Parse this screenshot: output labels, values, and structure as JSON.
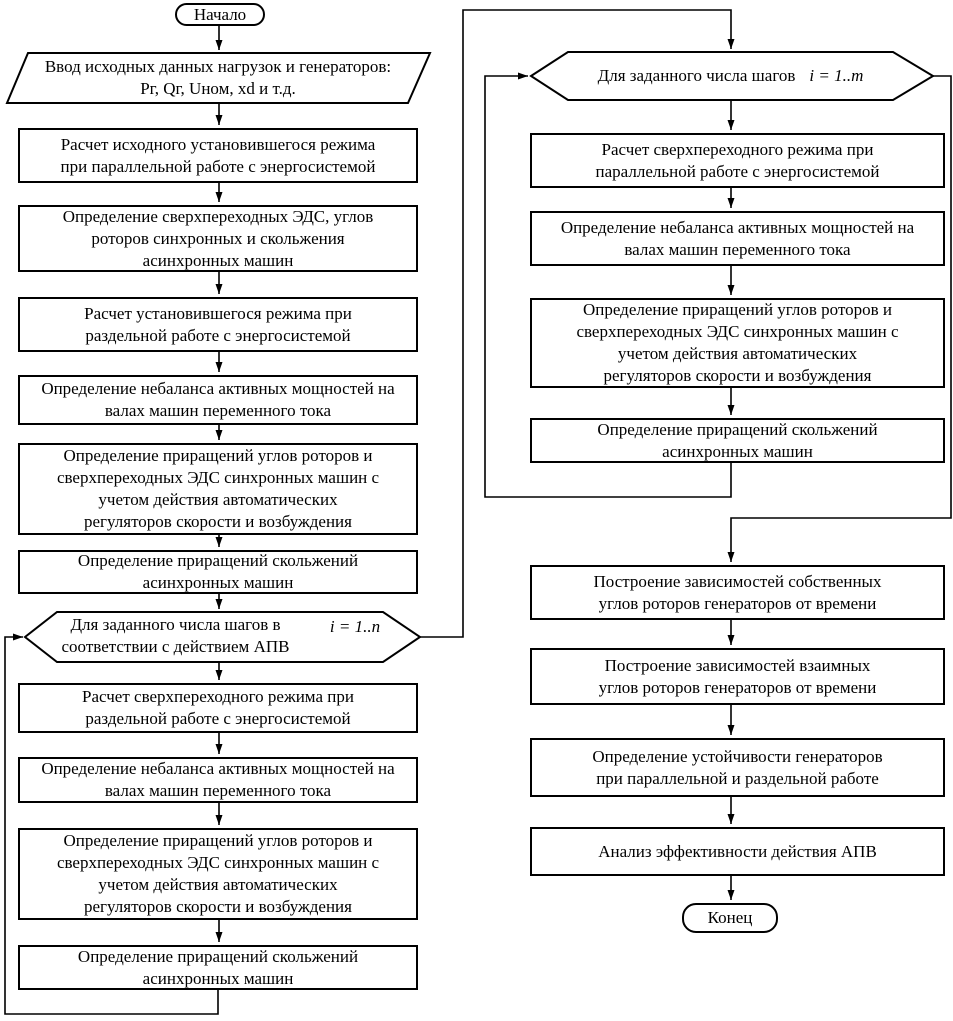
{
  "diagram": {
    "colors": {
      "line": "#000000",
      "fill": "#ffffff",
      "text": "#000000"
    },
    "terminators": {
      "start": "Начало",
      "end": "Конец"
    },
    "input": {
      "label": "Ввод исходных данных нагрузок и генераторов:\nPг, Qг, Uном, xd и т.д."
    },
    "loops": {
      "left": {
        "label": "Для заданного числа шагов в\nсоответствии с действием АПВ",
        "formula": "i = 1..n"
      },
      "right": {
        "label": "Для заданного числа шагов",
        "formula": "i = 1..m"
      }
    },
    "nodes": {
      "calc_initial_steady_parallel": "Расчет исходного установившегося режима\nпри параллельной работе с энергосистемой",
      "define_emf_angles_slip": "Определение сверхпереходных ЭДС, углов\nроторов синхронных и скольжения\nасинхронных машин",
      "calc_steady_separate": "Расчет установившегося режима при\nраздельной работе с энергосистемой",
      "imbalance_left_1": "Определение небаланса активных мощностей на\nвалах машин переменного тока",
      "increments_angles_left_1": "Определение приращений углов роторов и\nсверхпереходных ЭДС синхронных машин с\nучетом действия автоматических\nрегуляторов скорости и возбуждения",
      "increments_slip_left_1": "Определение приращений скольжений\nасинхронных машин",
      "calc_subtransient_separate": "Расчет сверхпереходного режима при\nраздельной работе с энергосистемой",
      "imbalance_left_2": "Определение небаланса активных мощностей на\nвалах машин переменного тока",
      "increments_angles_left_2": "Определение приращений углов роторов и\nсверхпереходных ЭДС синхронных машин с\nучетом действия автоматических\nрегуляторов скорости и возбуждения",
      "increments_slip_left_2": "Определение приращений скольжений\nасинхронных машин",
      "calc_subtransient_parallel": "Расчет сверхпереходного режима при\nпараллельной работе с энергосистемой",
      "imbalance_right": "Определение небаланса активных мощностей на\nвалах машин переменного тока",
      "increments_angles_right": "Определение приращений углов роторов и\nсверхпереходных ЭДС синхронных машин с\nучетом действия автоматических\nрегуляторов скорости и возбуждения",
      "increments_slip_right": "Определение приращений скольжений\nасинхронных машин",
      "plot_own_angles": "Построение зависимостей собственных\nуглов роторов генераторов от времени",
      "plot_mutual_angles": "Построение зависимостей взаимных\nуглов роторов генераторов от времени",
      "define_stability": "Определение устойчивости генераторов\nпри параллельной и раздельной работе",
      "analyze_apv": "Анализ эффективности действия АПВ"
    }
  }
}
